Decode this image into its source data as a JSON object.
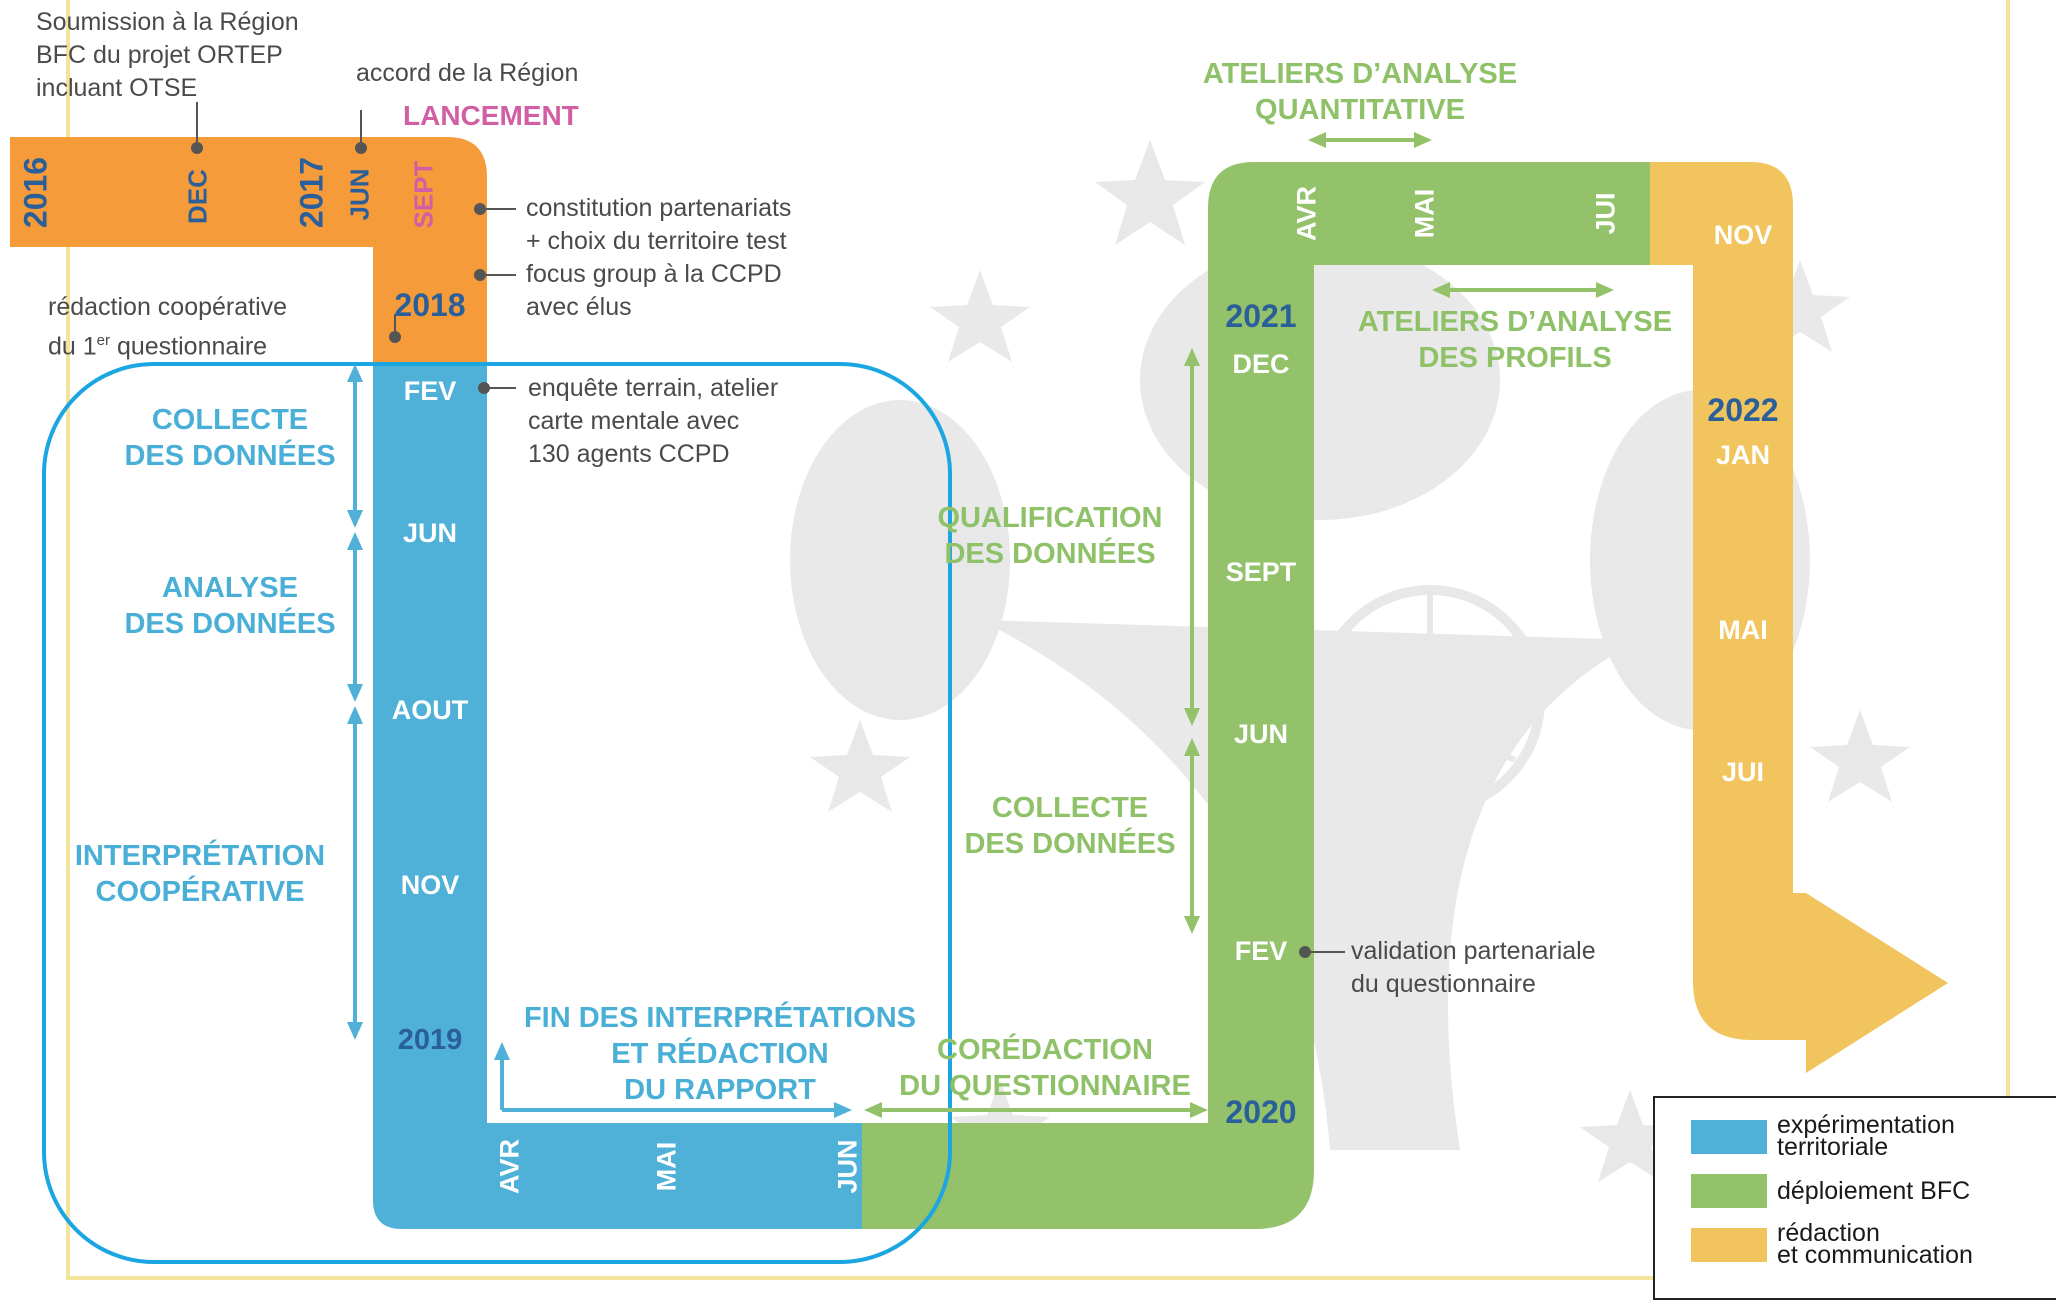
{
  "colors": {
    "orange": "#f59b3a",
    "blue_band": "#4fb0d8",
    "blue_frame": "#1ba6e1",
    "green": "#93c26b",
    "yellow": "#f1c45d",
    "pink": "#d25ea3",
    "year_blue": "#2a5f9a",
    "frame_yellow": "#f4e39a"
  },
  "annotations": {
    "submission": [
      "Soumission à la Région",
      "BFC du projet ORTEP",
      "incluant OTSE"
    ],
    "accord": "accord de la Région",
    "lancement": "LANCEMENT",
    "partenariats": [
      "constitution partenariats",
      "+ choix du territoire test"
    ],
    "focus": [
      "focus group à la CCPD",
      "avec élus"
    ],
    "redaction": {
      "line1": "rédaction coopérative",
      "line2_pre": "du 1",
      "line2_sup": "er",
      "line2_post": " questionnaire"
    },
    "enquete": [
      "enquête terrain, atelier",
      "carte mentale avec",
      "130 agents CCPD"
    ],
    "validation": [
      "validation partenariale",
      "du questionnaire"
    ]
  },
  "phases": {
    "collecte1": [
      "COLLECTE",
      "DES DONNÉES"
    ],
    "analyse": [
      "ANALYSE",
      "DES DONNÉES"
    ],
    "interpretation": [
      "INTERPRÉTATION",
      "COOPÉRATIVE"
    ],
    "fin": [
      "FIN DES INTERPRÉTATIONS",
      "ET RÉDACTION",
      "DU RAPPORT"
    ],
    "coredaction": [
      "CORÉDACTION",
      "DU QUESTIONNAIRE"
    ],
    "qualification": [
      "QUALIFICATION",
      "DES DONNÉES"
    ],
    "collecte2": [
      "COLLECTE",
      "DES DONNÉES"
    ],
    "ateliers_quanti": [
      "ATELIERS D’ANALYSE",
      "QUANTITATIVE"
    ],
    "ateliers_profils": [
      "ATELIERS D’ANALYSE",
      "DES PROFILS"
    ]
  },
  "timeline": {
    "y2016": "2016",
    "dec2016": "DEC",
    "y2017": "2017",
    "jun2017": "JUN",
    "sept2017": "SEPT",
    "y2018": "2018",
    "fev2018": "FEV",
    "jun2018": "JUN",
    "aout2018": "AOUT",
    "nov2018": "NOV",
    "y2019": "2019",
    "avr2019": "AVR",
    "mai2019": "MAI",
    "jun2019": "JUN",
    "y2020": "2020",
    "fev2020": "FEV",
    "jun2020": "JUN",
    "sept2020": "SEPT",
    "dec2020": "DEC",
    "y2021": "2021",
    "avr2021": "AVR",
    "mai2021": "MAI",
    "jui2021": "JUI",
    "nov2021": "NOV",
    "y2022": "2022",
    "jan2022": "JAN",
    "mai2022": "MAI",
    "jui2022": "JUI"
  },
  "legend": {
    "exp": [
      "expérimentation",
      "territoriale"
    ],
    "dep": "déploiement BFC",
    "red": [
      "rédaction",
      "et communication"
    ]
  }
}
